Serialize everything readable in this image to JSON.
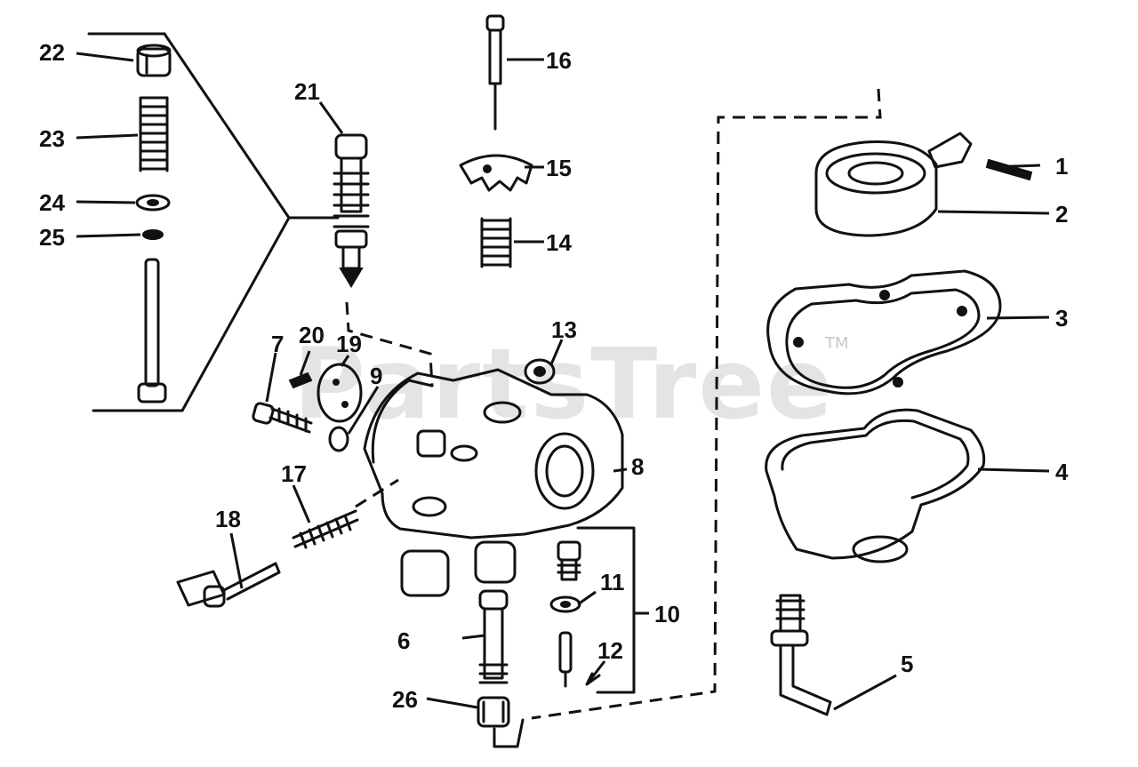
{
  "watermark": {
    "text": "PartsTree",
    "trademark": "TM"
  },
  "callouts": [
    {
      "id": "1",
      "text": "1"
    },
    {
      "id": "2",
      "text": "2"
    },
    {
      "id": "3",
      "text": "3"
    },
    {
      "id": "4",
      "text": "4"
    },
    {
      "id": "5",
      "text": "5"
    },
    {
      "id": "6",
      "text": "6"
    },
    {
      "id": "7",
      "text": "7"
    },
    {
      "id": "8",
      "text": "8"
    },
    {
      "id": "9",
      "text": "9"
    },
    {
      "id": "10",
      "text": "10"
    },
    {
      "id": "11",
      "text": "11"
    },
    {
      "id": "12",
      "text": "12"
    },
    {
      "id": "13",
      "text": "13"
    },
    {
      "id": "14",
      "text": "14"
    },
    {
      "id": "15",
      "text": "15"
    },
    {
      "id": "16",
      "text": "16"
    },
    {
      "id": "17",
      "text": "17"
    },
    {
      "id": "18",
      "text": "18"
    },
    {
      "id": "19",
      "text": "19"
    },
    {
      "id": "20",
      "text": "20"
    },
    {
      "id": "21",
      "text": "21"
    },
    {
      "id": "22",
      "text": "22"
    },
    {
      "id": "23",
      "text": "23"
    },
    {
      "id": "24",
      "text": "24"
    },
    {
      "id": "25",
      "text": "25"
    },
    {
      "id": "26",
      "text": "26"
    }
  ]
}
